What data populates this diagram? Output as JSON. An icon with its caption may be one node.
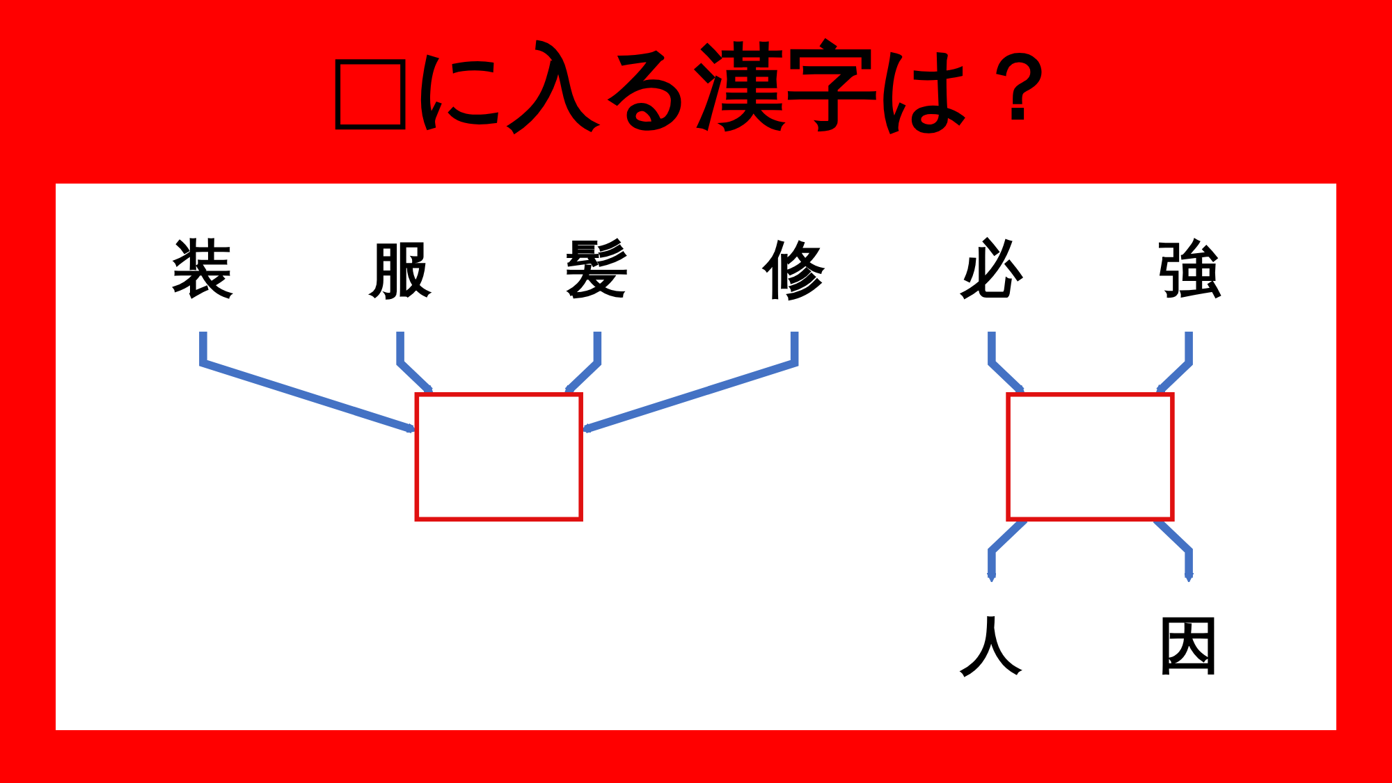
{
  "diagram": {
    "title": "□に入る漢字は？",
    "nodes": [
      {
        "text": [
          "装"
        ]
      },
      {
        "text": [
          "服"
        ]
      },
      {
        "text": [],
        "shape": "box"
      },
      {
        "text": [
          "髪"
        ]
      },
      {
        "text": [
          "修"
        ]
      },
      {
        "text": [
          "人"
        ]
      },
      {
        "text": [
          "必"
        ]
      },
      {
        "text": [],
        "shape": "box"
      },
      {
        "text": [
          "因"
        ]
      },
      {
        "text": [
          "強"
        ]
      }
    ],
    "edges": [
      {
        "from": 0,
        "to": 2,
        "arrow": "to"
      },
      {
        "from": 1,
        "to": 2,
        "arrow": "to"
      },
      {
        "from": 3,
        "to": 2,
        "arrow": "to"
      },
      {
        "from": 4,
        "to": 2,
        "arrow": "to"
      },
      {
        "from": 7,
        "to": 5,
        "arrow": "to"
      },
      {
        "from": 6,
        "to": 7,
        "arrow": "to"
      },
      {
        "from": 7,
        "to": 8,
        "arrow": "to"
      },
      {
        "from": 9,
        "to": 7,
        "arrow": "to"
      }
    ]
  }
}
